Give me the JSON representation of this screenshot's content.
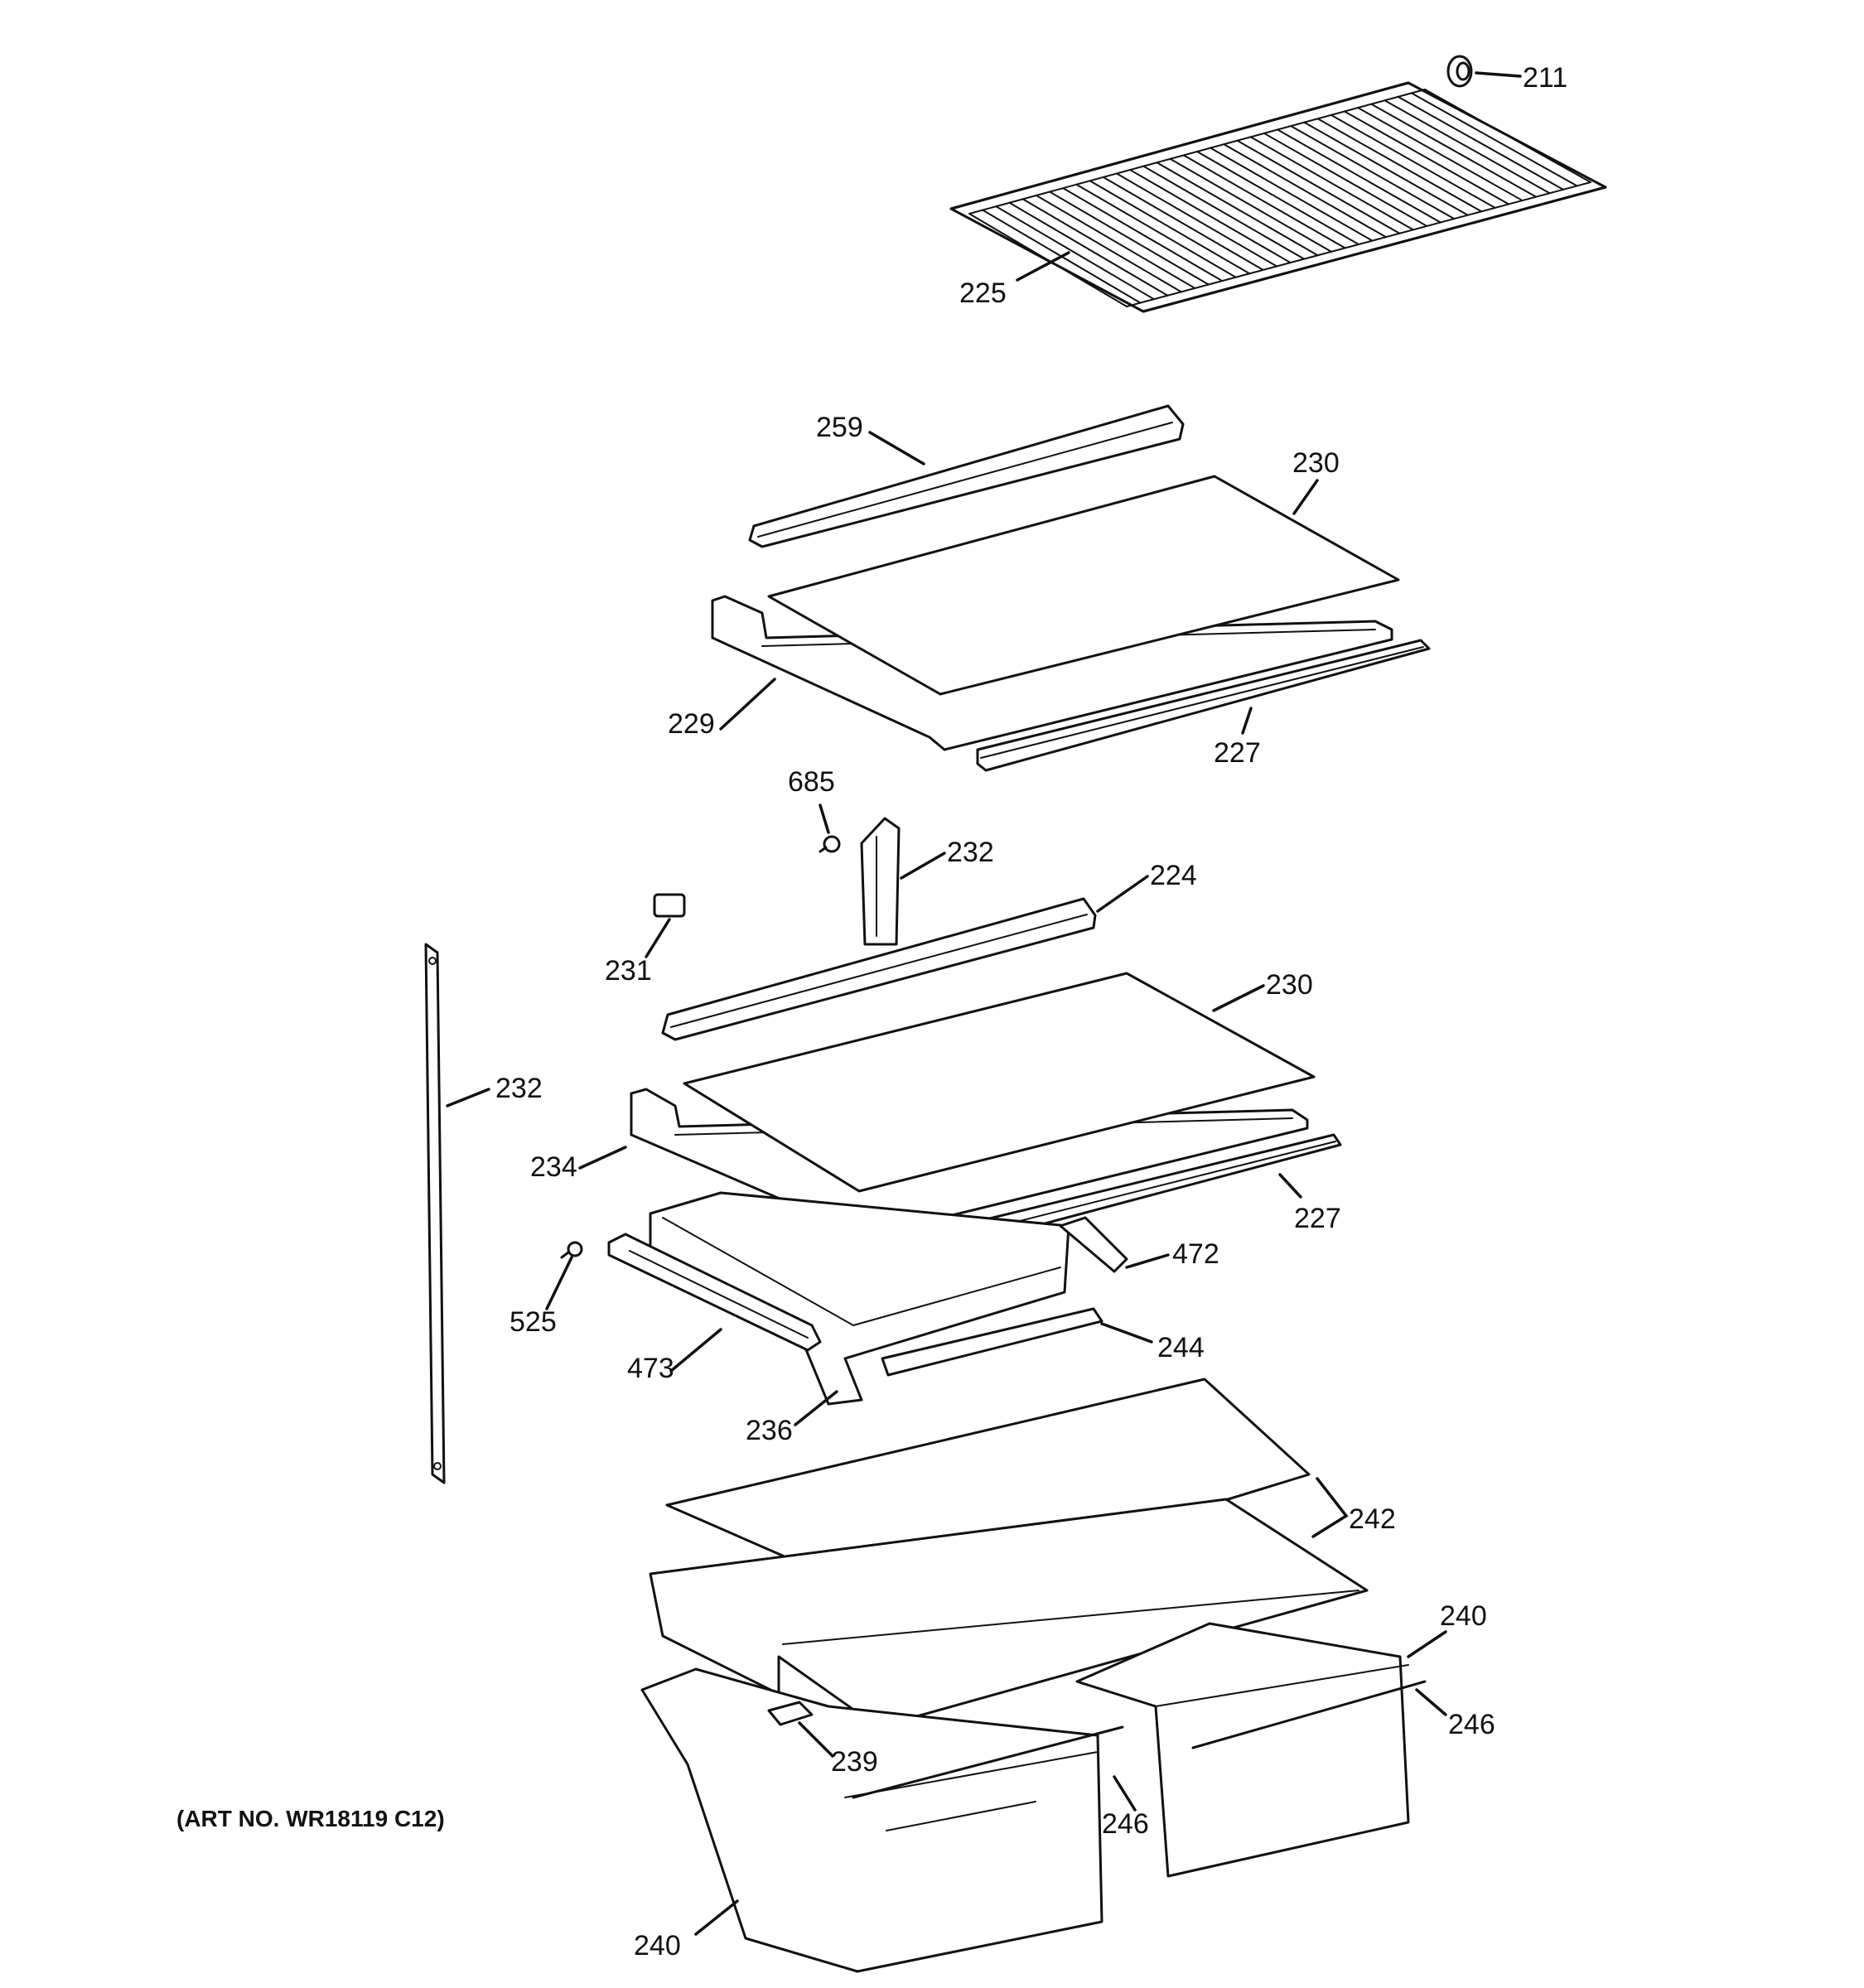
{
  "diagram": {
    "art_number": "(ART NO. WR18119 C12)",
    "callouts": {
      "c211": "211",
      "c225": "225",
      "c259": "259",
      "c230a": "230",
      "c229": "229",
      "c227a": "227",
      "c685": "685",
      "c232a": "232",
      "c224": "224",
      "c231": "231",
      "c230b": "230",
      "c232b": "232",
      "c234": "234",
      "c227b": "227",
      "c472": "472",
      "c525": "525",
      "c244": "244",
      "c473": "473",
      "c236": "236",
      "c242": "242",
      "c240a": "240",
      "c246a": "246",
      "c239": "239",
      "c246b": "246",
      "c240b": "240"
    }
  }
}
